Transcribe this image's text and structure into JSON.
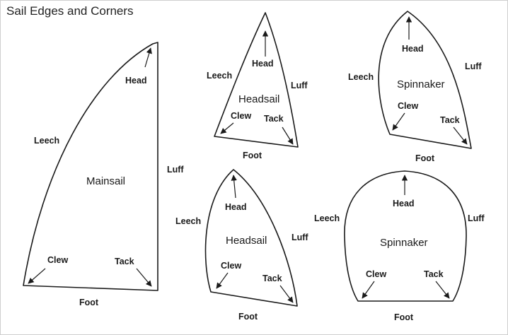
{
  "title": "Sail Edges and Corners",
  "labels": {
    "head": "Head",
    "leech": "Leech",
    "luff": "Luff",
    "clew": "Clew",
    "tack": "Tack",
    "foot": "Foot"
  },
  "sails": {
    "mainsail": "Mainsail",
    "headsail": "Headsail",
    "spinnaker": "Spinnaker"
  }
}
